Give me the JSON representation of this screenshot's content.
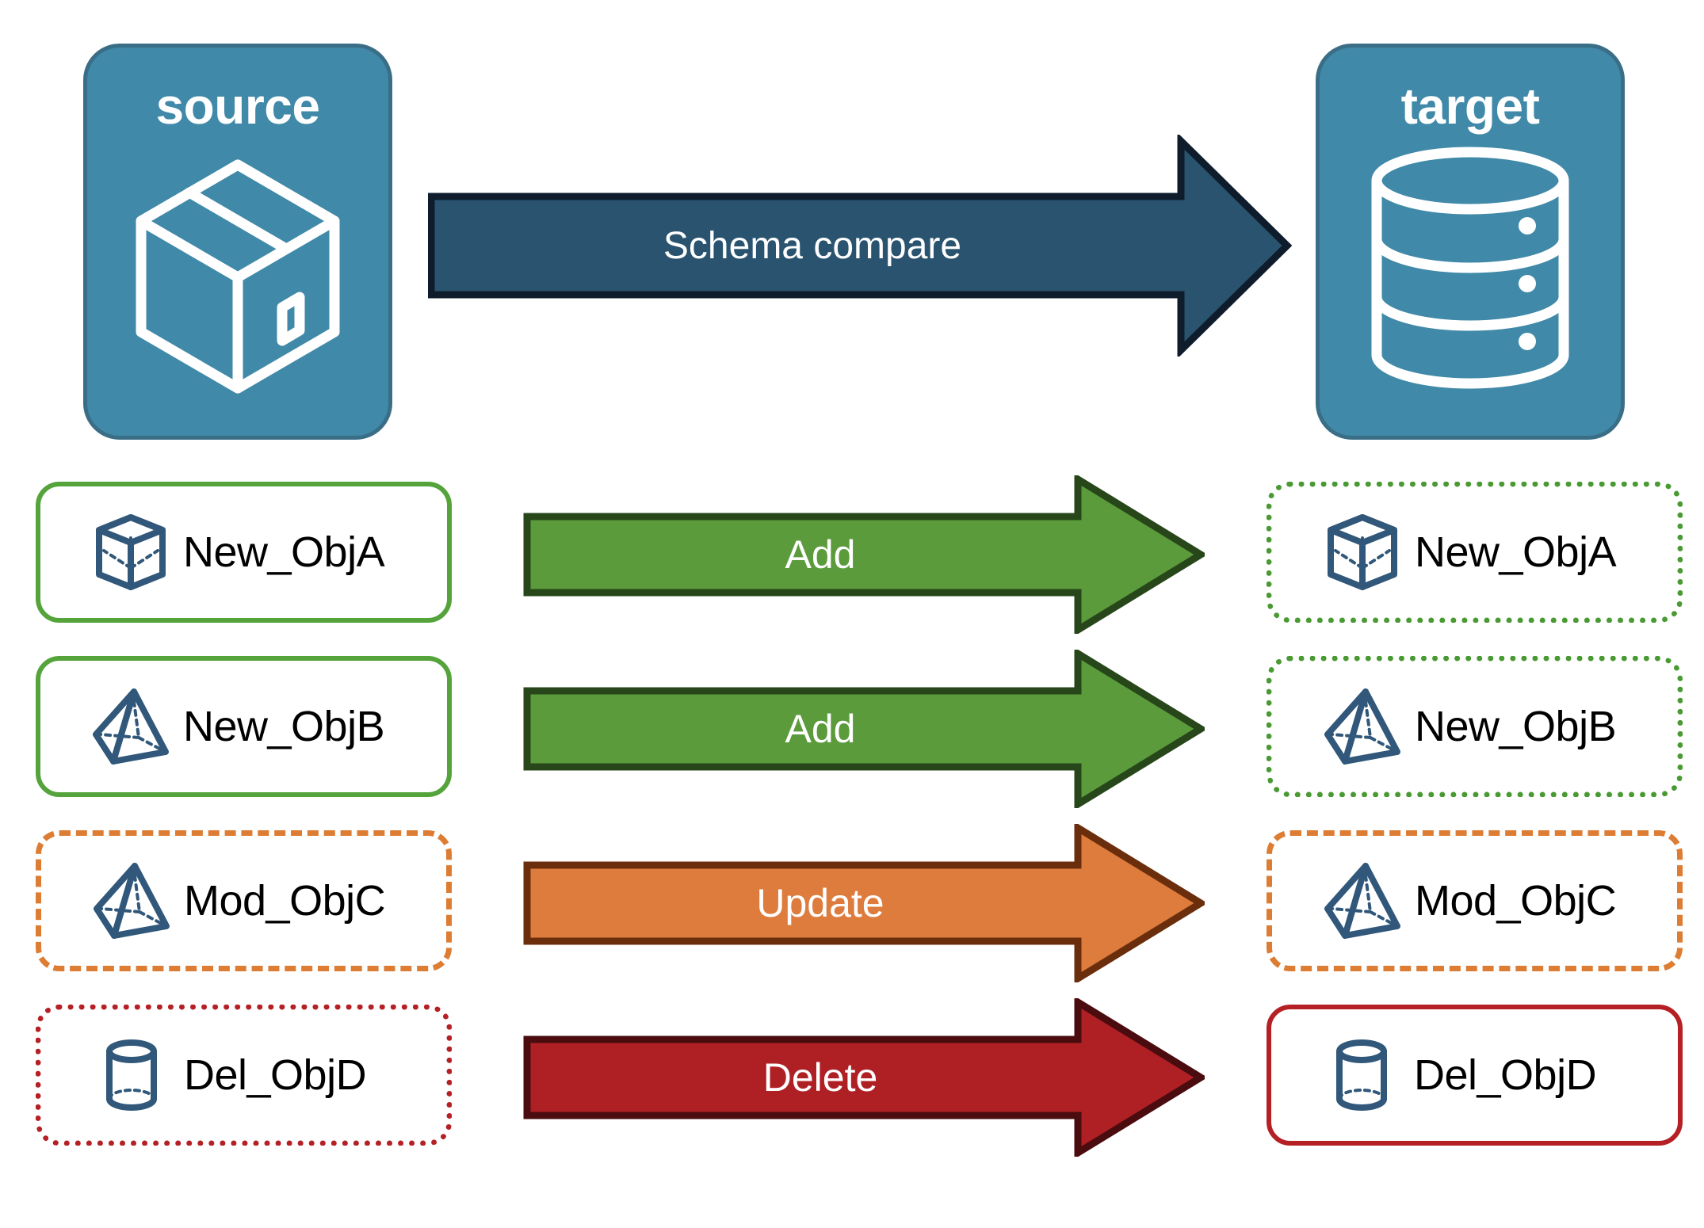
{
  "diagram": {
    "title_alt": "Schema compare between source and target",
    "endpoints": [
      {
        "key": "source",
        "label": "source",
        "icon": "package-box-icon"
      },
      {
        "key": "target",
        "label": "target",
        "icon": "database-cylinder-icon"
      }
    ],
    "main_arrow": {
      "label": "Schema compare",
      "fill": "#2A536F",
      "stroke": "#0E1C2B"
    },
    "rows": [
      {
        "action": "Add",
        "arrow": {
          "fill": "#5B9B3C",
          "stroke": "#27471A"
        },
        "source": {
          "name": "New_ObjA",
          "icon": "wireframe-cube-icon",
          "border_style": "solid",
          "border_color": "#54A33B"
        },
        "target": {
          "name": "New_ObjA",
          "icon": "wireframe-cube-icon",
          "border_style": "dotted",
          "border_color": "#4A9A33"
        }
      },
      {
        "action": "Add",
        "arrow": {
          "fill": "#5B9B3C",
          "stroke": "#27471A"
        },
        "source": {
          "name": "New_ObjB",
          "icon": "wireframe-pyramid-icon",
          "border_style": "solid",
          "border_color": "#54A33B"
        },
        "target": {
          "name": "New_ObjB",
          "icon": "wireframe-pyramid-icon",
          "border_style": "dotted",
          "border_color": "#4A9A33"
        }
      },
      {
        "action": "Update",
        "arrow": {
          "fill": "#DD7C3C",
          "stroke": "#6B2E0D"
        },
        "source": {
          "name": "Mod_ObjC",
          "icon": "wireframe-pyramid-icon",
          "border_style": "dashed",
          "border_color": "#DD7C33"
        },
        "target": {
          "name": "Mod_ObjC",
          "icon": "wireframe-pyramid-icon",
          "border_style": "dashed",
          "border_color": "#DD7C33"
        }
      },
      {
        "action": "Delete",
        "arrow": {
          "fill": "#AF2025",
          "stroke": "#4A0C0E"
        },
        "source": {
          "name": "Del_ObjD",
          "icon": "wireframe-cylinder-icon",
          "border_style": "dotted",
          "border_color": "#B52025"
        },
        "target": {
          "name": "Del_ObjD",
          "icon": "wireframe-cylinder-icon",
          "border_style": "solid",
          "border_color": "#B52025"
        }
      }
    ],
    "colors": {
      "endpoint_fill": "#4089A8",
      "endpoint_stroke": "#3A6E86",
      "icon_blue": "#31587A",
      "background": "#FFFFFF",
      "text": "#000000",
      "arrow_text": "#FFFFFF"
    }
  }
}
